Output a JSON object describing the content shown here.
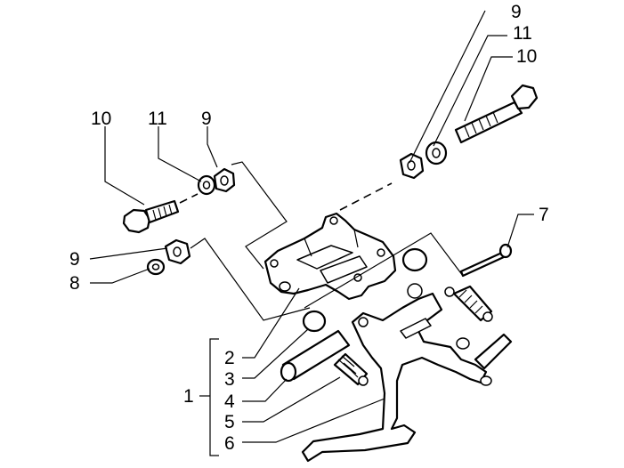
{
  "callouts": {
    "left_bolt_10": "10",
    "left_washer_11": "11",
    "left_nut_9": "9",
    "right_nut_9": "9",
    "right_washer_11": "11",
    "right_bolt_10": "10",
    "pin_7": "7",
    "lower_nut_9": "9",
    "lower_washer_8": "8",
    "group_1": "1",
    "bracket_2": "2",
    "cap_3": "3",
    "tube_4": "4",
    "spring_5": "5",
    "stand_6": "6"
  },
  "colors": {
    "ink": "#000000",
    "paper": "#ffffff"
  }
}
